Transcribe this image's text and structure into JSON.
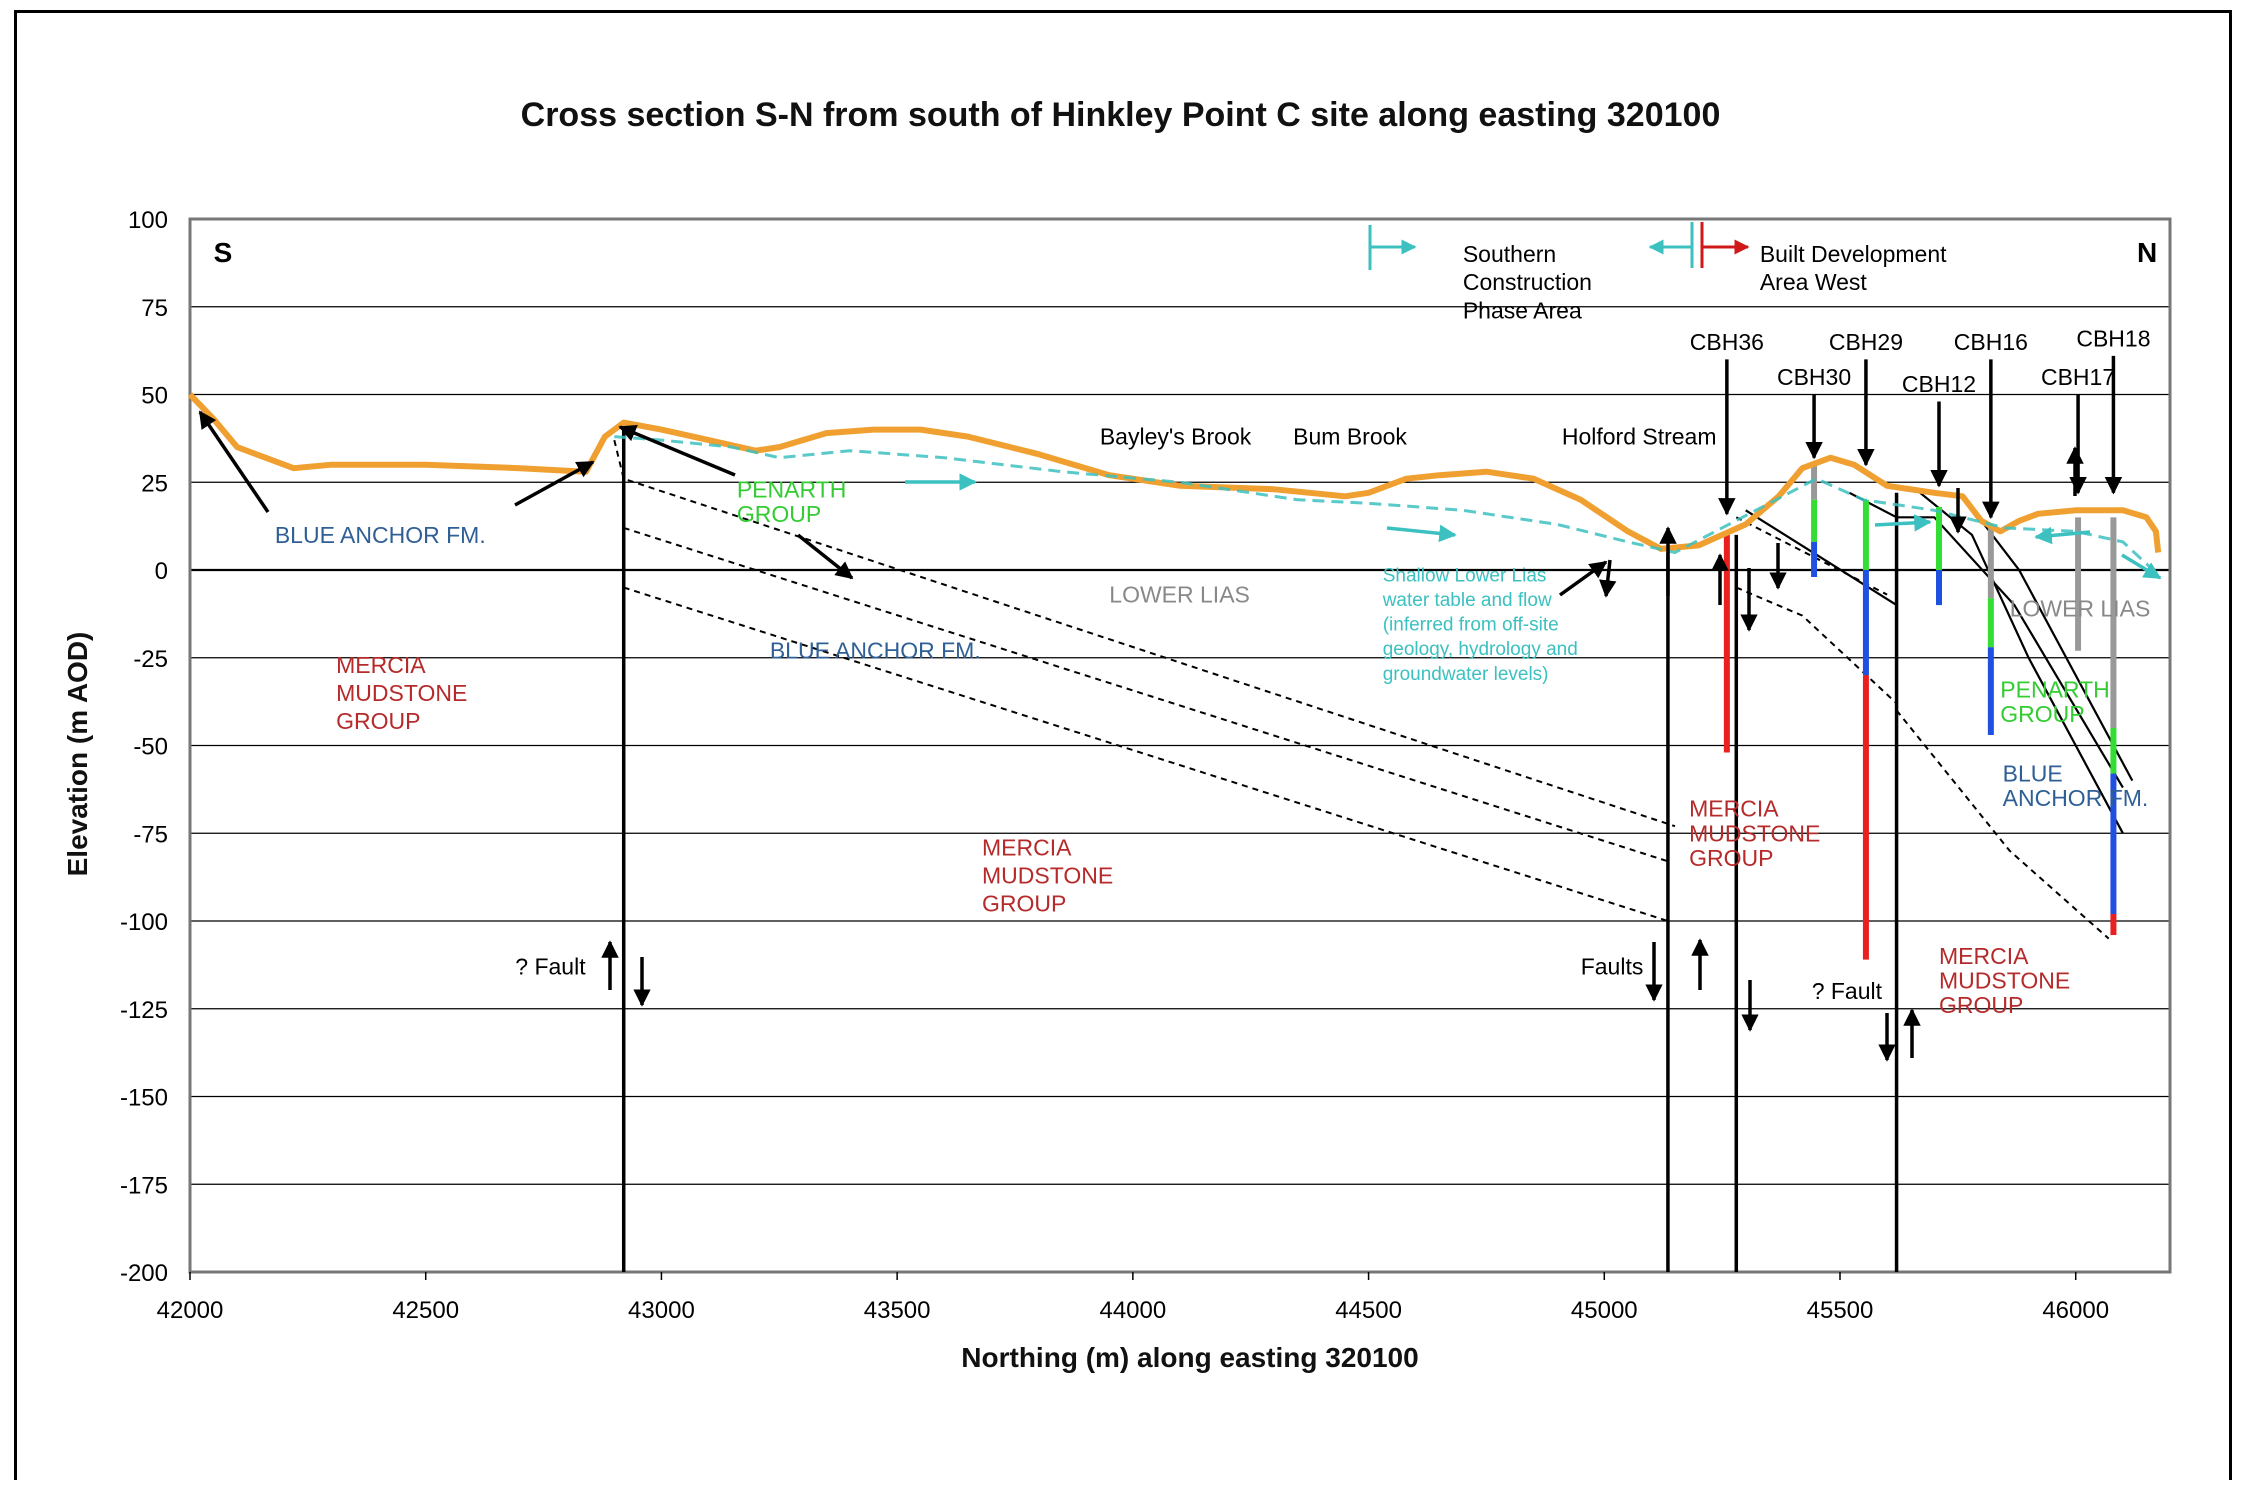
{
  "chart_data": {
    "type": "line",
    "title": "Cross section S-N from south of Hinkley Point C site along easting 320100",
    "xlabel": "Northing (m) along easting 320100",
    "ylabel": "Elevation (m AOD)",
    "xlim": [
      42000,
      46200
    ],
    "ylim": [
      -200,
      100
    ],
    "x_ticks": [
      42000,
      42500,
      43000,
      43500,
      44000,
      44500,
      45000,
      45500,
      46000
    ],
    "y_ticks": [
      100,
      75,
      50,
      25,
      0,
      -25,
      -50,
      -75,
      -100,
      -125,
      -150,
      -175,
      -200
    ],
    "grid": "horizontal",
    "colors": {
      "ground_surface": "#F0A030",
      "water_table": "#3CC0C0",
      "blue_anchor": "#2F5F95",
      "mercia": "#B52A2A",
      "penarth": "#33CC33",
      "lower_lias": "#888888",
      "borehole_red": "#E82020",
      "borehole_blue": "#2050E0",
      "borehole_green": "#33DD33",
      "borehole_grey": "#999999",
      "arrow_red": "#D01818"
    },
    "series": [
      {
        "name": "",
        "style": "solid",
        "points": [
          [
            42000,
            50
          ],
          [
            42050,
            43
          ],
          [
            42100,
            35
          ],
          [
            42220,
            29
          ],
          [
            42300,
            30
          ],
          [
            42500,
            30
          ],
          [
            42700,
            29
          ],
          [
            42840,
            28
          ],
          [
            42880,
            38
          ],
          [
            42920,
            42
          ],
          [
            43000,
            40
          ],
          [
            43100,
            37
          ],
          [
            43200,
            34
          ],
          [
            43250,
            35
          ],
          [
            43350,
            39
          ],
          [
            43450,
            40
          ],
          [
            43550,
            40
          ],
          [
            43650,
            38
          ],
          [
            43800,
            33
          ],
          [
            43950,
            27
          ],
          [
            44100,
            24
          ],
          [
            44300,
            23
          ],
          [
            44450,
            21
          ],
          [
            44500,
            22
          ],
          [
            44580,
            26
          ],
          [
            44650,
            27
          ],
          [
            44750,
            28
          ],
          [
            44850,
            26
          ],
          [
            44950,
            20
          ],
          [
            45050,
            11
          ],
          [
            45120,
            6
          ],
          [
            45200,
            7
          ],
          [
            45300,
            13
          ],
          [
            45370,
            21
          ],
          [
            45420,
            29
          ],
          [
            45480,
            32
          ],
          [
            45530,
            30
          ],
          [
            45600,
            24
          ],
          [
            45700,
            22
          ],
          [
            45760,
            21
          ],
          [
            45800,
            14
          ],
          [
            45840,
            11
          ],
          [
            45880,
            14
          ],
          [
            45920,
            16
          ],
          [
            46000,
            17
          ],
          [
            46100,
            17
          ],
          [
            46150,
            15
          ],
          [
            46170,
            11
          ],
          [
            46175,
            5
          ]
        ]
      },
      {
        "name": "",
        "style": "dashed",
        "points": [
          [
            42900,
            38
          ],
          [
            43000,
            37
          ],
          [
            43150,
            35
          ],
          [
            43250,
            32
          ],
          [
            43400,
            34
          ],
          [
            43600,
            32
          ],
          [
            43850,
            28
          ],
          [
            44100,
            25
          ],
          [
            44350,
            20
          ],
          [
            44500,
            19
          ],
          [
            44700,
            17
          ],
          [
            44900,
            13
          ],
          [
            45050,
            8
          ],
          [
            45150,
            5
          ],
          [
            45250,
            12
          ],
          [
            45350,
            19
          ],
          [
            45450,
            26
          ],
          [
            45550,
            20
          ],
          [
            45700,
            17
          ],
          [
            45850,
            12
          ],
          [
            46000,
            11
          ],
          [
            46100,
            8
          ],
          [
            46180,
            -2
          ]
        ]
      }
    ],
    "fault_lines": [
      {
        "x": 42920,
        "y_top": 40,
        "y_bottom": -200
      },
      {
        "x": 45135,
        "y_top": 5,
        "y_bottom": -200
      },
      {
        "x": 45280,
        "y_top": 10,
        "y_bottom": -200
      },
      {
        "x": 45620,
        "y_top": 22,
        "y_bottom": -200
      }
    ],
    "dashed_boundaries": [
      {
        "points": [
          [
            42900,
            37
          ],
          [
            42920,
            26
          ],
          [
            45150,
            -73
          ]
        ]
      },
      {
        "points": [
          [
            42920,
            12
          ],
          [
            45135,
            -83
          ]
        ]
      },
      {
        "points": [
          [
            42920,
            -5
          ],
          [
            45135,
            -100
          ]
        ]
      },
      {
        "points": [
          [
            45280,
            15
          ],
          [
            45600,
            -7
          ]
        ]
      },
      {
        "points": [
          [
            45280,
            -5
          ],
          [
            45420,
            -13
          ],
          [
            45620,
            -38
          ]
        ]
      },
      {
        "points": [
          [
            45620,
            -40
          ],
          [
            45860,
            -80
          ],
          [
            46070,
            -105
          ]
        ]
      }
    ],
    "solid_boundaries": [
      {
        "points": [
          [
            45300,
            17
          ],
          [
            45620,
            -10
          ]
        ]
      },
      {
        "points": [
          [
            45520,
            22
          ],
          [
            45620,
            15
          ],
          [
            45700,
            15
          ],
          [
            45870,
            -10
          ],
          [
            46100,
            -62
          ]
        ]
      },
      {
        "points": [
          [
            45670,
            22
          ],
          [
            45780,
            10
          ],
          [
            45900,
            -25
          ],
          [
            46100,
            -75
          ]
        ]
      },
      {
        "points": [
          [
            45760,
            21
          ],
          [
            45880,
            0
          ],
          [
            46120,
            -60
          ]
        ]
      }
    ],
    "boreholes": [
      {
        "name": "CBH36",
        "x": 45260,
        "label_y": 65,
        "arrow_from": 60,
        "arrow_to": 16,
        "segments": [
          {
            "color": "borehole_red",
            "top": 10,
            "bottom": -52
          }
        ]
      },
      {
        "name": "CBH30",
        "x": 45445,
        "label_y": 55,
        "arrow_from": 50,
        "arrow_to": 32,
        "segments": [
          {
            "color": "borehole_grey",
            "top": 30,
            "bottom": 20
          },
          {
            "color": "borehole_green",
            "top": 20,
            "bottom": 8
          },
          {
            "color": "borehole_blue",
            "top": 8,
            "bottom": -2
          }
        ]
      },
      {
        "name": "CBH29",
        "x": 45555,
        "label_y": 65,
        "arrow_from": 60,
        "arrow_to": 30,
        "segments": [
          {
            "color": "borehole_green",
            "top": 20,
            "bottom": 0
          },
          {
            "color": "borehole_blue",
            "top": 0,
            "bottom": -30
          },
          {
            "color": "borehole_red",
            "top": -30,
            "bottom": -111
          }
        ]
      },
      {
        "name": "CBH12",
        "x": 45710,
        "label_y": 53,
        "arrow_from": 48,
        "arrow_to": 24,
        "segments": [
          {
            "color": "borehole_green",
            "top": 18,
            "bottom": 0
          },
          {
            "color": "borehole_blue",
            "top": 0,
            "bottom": -10
          }
        ]
      },
      {
        "name": "CBH16",
        "x": 45820,
        "label_y": 65,
        "arrow_from": 60,
        "arrow_to": 15,
        "segments": [
          {
            "color": "borehole_grey",
            "top": 12,
            "bottom": -8
          },
          {
            "color": "borehole_green",
            "top": -8,
            "bottom": -22
          },
          {
            "color": "borehole_blue",
            "top": -22,
            "bottom": -47
          }
        ]
      },
      {
        "name": "CBH17",
        "x": 46005,
        "label_y": 55,
        "arrow_from": 50,
        "arrow_to": 22,
        "segments": [
          {
            "color": "borehole_grey",
            "top": 15,
            "bottom": -23
          }
        ]
      },
      {
        "name": "CBH18",
        "x": 46080,
        "label_y": 66,
        "arrow_from": 61,
        "arrow_to": 22,
        "segments": [
          {
            "color": "borehole_grey",
            "top": 15,
            "bottom": -45
          },
          {
            "color": "borehole_green",
            "top": -45,
            "bottom": -58
          },
          {
            "color": "borehole_blue",
            "top": -58,
            "bottom": -98
          },
          {
            "color": "borehole_red",
            "top": -98,
            "bottom": -104
          }
        ]
      }
    ],
    "annotations": [
      {
        "text": "S",
        "x": 42050,
        "y": 90,
        "bold": true
      },
      {
        "text": "N",
        "x": 46130,
        "y": 90,
        "bold": true
      },
      {
        "text": "BLUE ANCHOR FM.",
        "x": 42180,
        "y": 10,
        "color": "blue_anchor"
      },
      {
        "text": "PENARTH",
        "x": 43160,
        "y": 23,
        "color": "penarth"
      },
      {
        "text": "GROUP",
        "x": 43160,
        "y": 16,
        "color": "penarth"
      },
      {
        "text": "LOWER LIAS",
        "x": 43950,
        "y": -7,
        "color": "lower_lias"
      },
      {
        "text": "BLUE ANCHOR FM.",
        "x": 43230,
        "y": -23,
        "color": "blue_anchor"
      },
      {
        "text": "MERCIA",
        "x": 42310,
        "y": -27,
        "color": "mercia"
      },
      {
        "text": "MUDSTONE",
        "x": 42310,
        "y": -35,
        "color": "mercia"
      },
      {
        "text": "GROUP",
        "x": 42310,
        "y": -43,
        "color": "mercia"
      },
      {
        "text": "MERCIA",
        "x": 43680,
        "y": -79,
        "color": "mercia"
      },
      {
        "text": "MUDSTONE",
        "x": 43680,
        "y": -87,
        "color": "mercia"
      },
      {
        "text": "GROUP",
        "x": 43680,
        "y": -95,
        "color": "mercia"
      },
      {
        "text": "MERCIA",
        "x": 45180,
        "y": -68,
        "color": "mercia"
      },
      {
        "text": "MUDSTONE",
        "x": 45180,
        "y": -75,
        "color": "mercia"
      },
      {
        "text": "GROUP",
        "x": 45180,
        "y": -82,
        "color": "mercia"
      },
      {
        "text": "MERCIA",
        "x": 45710,
        "y": -110,
        "color": "mercia"
      },
      {
        "text": "MUDSTONE",
        "x": 45710,
        "y": -117,
        "color": "mercia"
      },
      {
        "text": "GROUP",
        "x": 45710,
        "y": -124,
        "color": "mercia"
      },
      {
        "text": "LOWER LIAS",
        "x": 45860,
        "y": -11,
        "color": "lower_lias"
      },
      {
        "text": "PENARTH",
        "x": 45840,
        "y": -34,
        "color": "penarth"
      },
      {
        "text": "GROUP",
        "x": 45840,
        "y": -41,
        "color": "penarth"
      },
      {
        "text": "BLUE",
        "x": 45845,
        "y": -58,
        "color": "blue_anchor"
      },
      {
        "text": "ANCHOR FM.",
        "x": 45845,
        "y": -65,
        "color": "blue_anchor"
      },
      {
        "text": "Shallow Lower Lias",
        "x": 44530,
        "y": -1,
        "color": "water_table",
        "small": true
      },
      {
        "text": "water table and flow",
        "x": 44530,
        "y": -8,
        "color": "water_table",
        "small": true
      },
      {
        "text": "(inferred from off-site",
        "x": 44530,
        "y": -15,
        "color": "water_table",
        "small": true
      },
      {
        "text": "geology, hydrology and",
        "x": 44530,
        "y": -22,
        "color": "water_table",
        "small": true
      },
      {
        "text": "groundwater levels)",
        "x": 44530,
        "y": -29,
        "color": "water_table",
        "small": true
      },
      {
        "text": "Bayley's Brook",
        "x": 43930,
        "y": 38
      },
      {
        "text": "Bum Brook",
        "x": 44340,
        "y": 38
      },
      {
        "text": "Holford Stream",
        "x": 44910,
        "y": 38
      },
      {
        "text": "Southern",
        "x": 44700,
        "y": 90
      },
      {
        "text": "Construction",
        "x": 44700,
        "y": 82
      },
      {
        "text": "Phase Area",
        "x": 44700,
        "y": 74
      },
      {
        "text": "Built Development",
        "x": 45330,
        "y": 90
      },
      {
        "text": "Area West",
        "x": 45330,
        "y": 82
      },
      {
        "text": "? Fault",
        "x": 42690,
        "y": -113
      },
      {
        "text": "Faults",
        "x": 44950,
        "y": -113
      },
      {
        "text": "? Fault",
        "x": 45440,
        "y": -120
      }
    ]
  }
}
